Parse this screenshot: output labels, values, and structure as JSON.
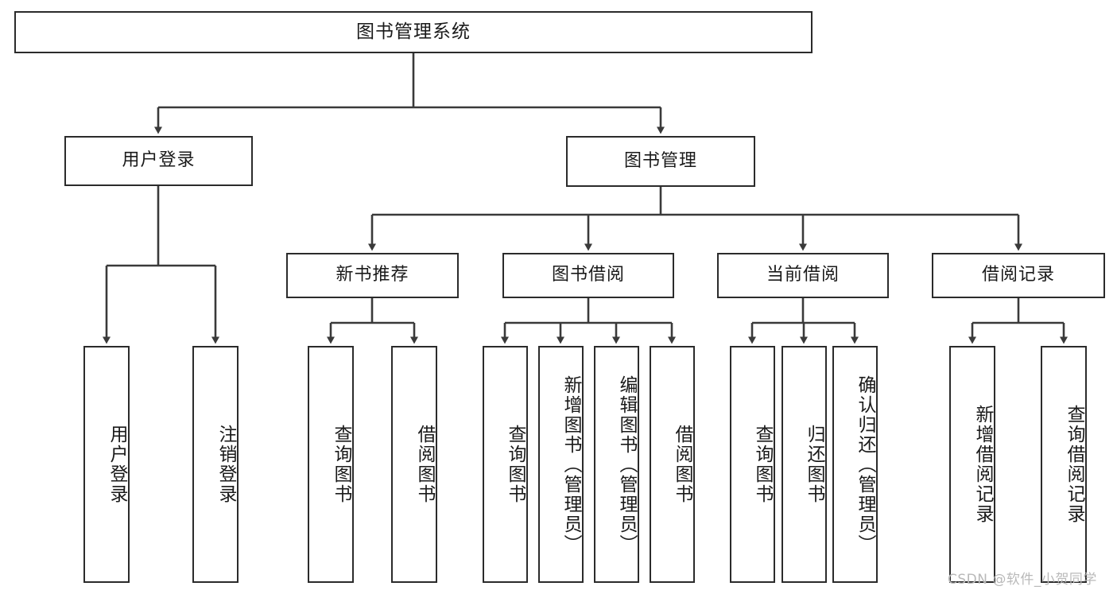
{
  "diagram": {
    "title": "图书管理系统",
    "type": "tree-hierarchy-diagram",
    "colors": {
      "background": "#ffffff",
      "border": "#2b2b2b",
      "connector": "#3a3a3a",
      "text": "#1a1a1a",
      "watermark": "#b9b9b9"
    },
    "root": {
      "label": "图书管理系统"
    },
    "level1": [
      {
        "id": "user-login",
        "label": "用户登录"
      },
      {
        "id": "book-management",
        "label": "图书管理"
      }
    ],
    "level2": [
      {
        "id": "new-book-recommend",
        "label": "新书推荐",
        "parent": "book-management"
      },
      {
        "id": "book-borrow",
        "label": "图书借阅",
        "parent": "book-management"
      },
      {
        "id": "current-borrow",
        "label": "当前借阅",
        "parent": "book-management"
      },
      {
        "id": "borrow-record",
        "label": "借阅记录",
        "parent": "book-management"
      }
    ],
    "leaves": {
      "user_login": [
        {
          "id": "leaf-user-login",
          "label": "用户登录"
        },
        {
          "id": "leaf-logout-login",
          "label": "注销登录"
        }
      ],
      "new_book_recommend": [
        {
          "id": "leaf-query-book-1",
          "label": "查询图书"
        },
        {
          "id": "leaf-borrow-book-1",
          "label": "借阅图书"
        }
      ],
      "book_borrow": [
        {
          "id": "leaf-query-book-2",
          "label": "查询图书"
        },
        {
          "id": "leaf-add-book",
          "label": "新增图书（管理员）"
        },
        {
          "id": "leaf-edit-book",
          "label": "编辑图书（管理员）"
        },
        {
          "id": "leaf-borrow-book-2",
          "label": "借阅图书"
        }
      ],
      "current_borrow": [
        {
          "id": "leaf-query-book-3",
          "label": "查询图书"
        },
        {
          "id": "leaf-return-book",
          "label": "归还图书"
        },
        {
          "id": "leaf-confirm-return",
          "label": "确认归还（管理员）"
        }
      ],
      "borrow_record": [
        {
          "id": "leaf-add-record",
          "label": "新增借阅记录"
        },
        {
          "id": "leaf-query-record",
          "label": "查询借阅记录"
        }
      ]
    },
    "watermark": "CSDN @软件_小贺同学"
  }
}
